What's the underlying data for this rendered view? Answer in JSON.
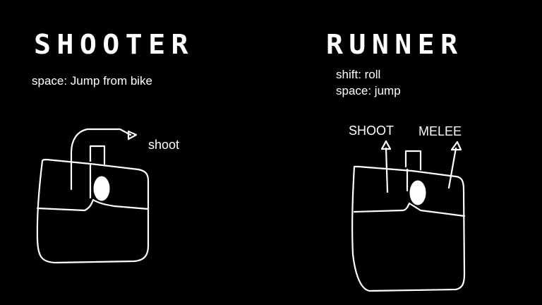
{
  "left_panel": {
    "title": "SHOOTER",
    "controls": [
      "space: Jump from bike"
    ],
    "mouse_actions": [
      "shoot"
    ]
  },
  "right_panel": {
    "title": "RUNNER",
    "controls": [
      "shift: roll",
      "space: jump"
    ],
    "mouse_actions": [
      "SHOOT",
      "MELEE"
    ]
  },
  "colors": {
    "background": "#000000",
    "foreground": "#ffffff"
  },
  "icons": [
    "mouse-icon",
    "scroll-wheel-icon",
    "arrow-icon"
  ]
}
